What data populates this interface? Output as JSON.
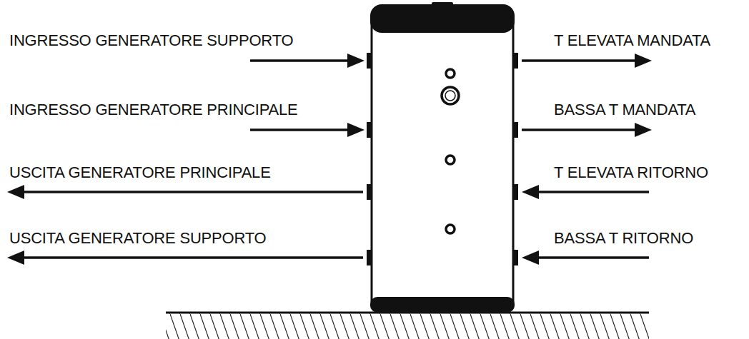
{
  "diagram": {
    "labels": [
      "INGRESSO GENERATORE SUPPORTO",
      "INGRESSO GENERATORE PRINCIPALE",
      "USCITA GENERATORE PRINCIPALE",
      "USCITA GENERATORE SUPPORTO",
      "T ELEVATA MANDATA",
      "BASSA T MANDATA",
      "T ELEVATA RITORNO",
      "BASSA T RITORNO"
    ]
  }
}
